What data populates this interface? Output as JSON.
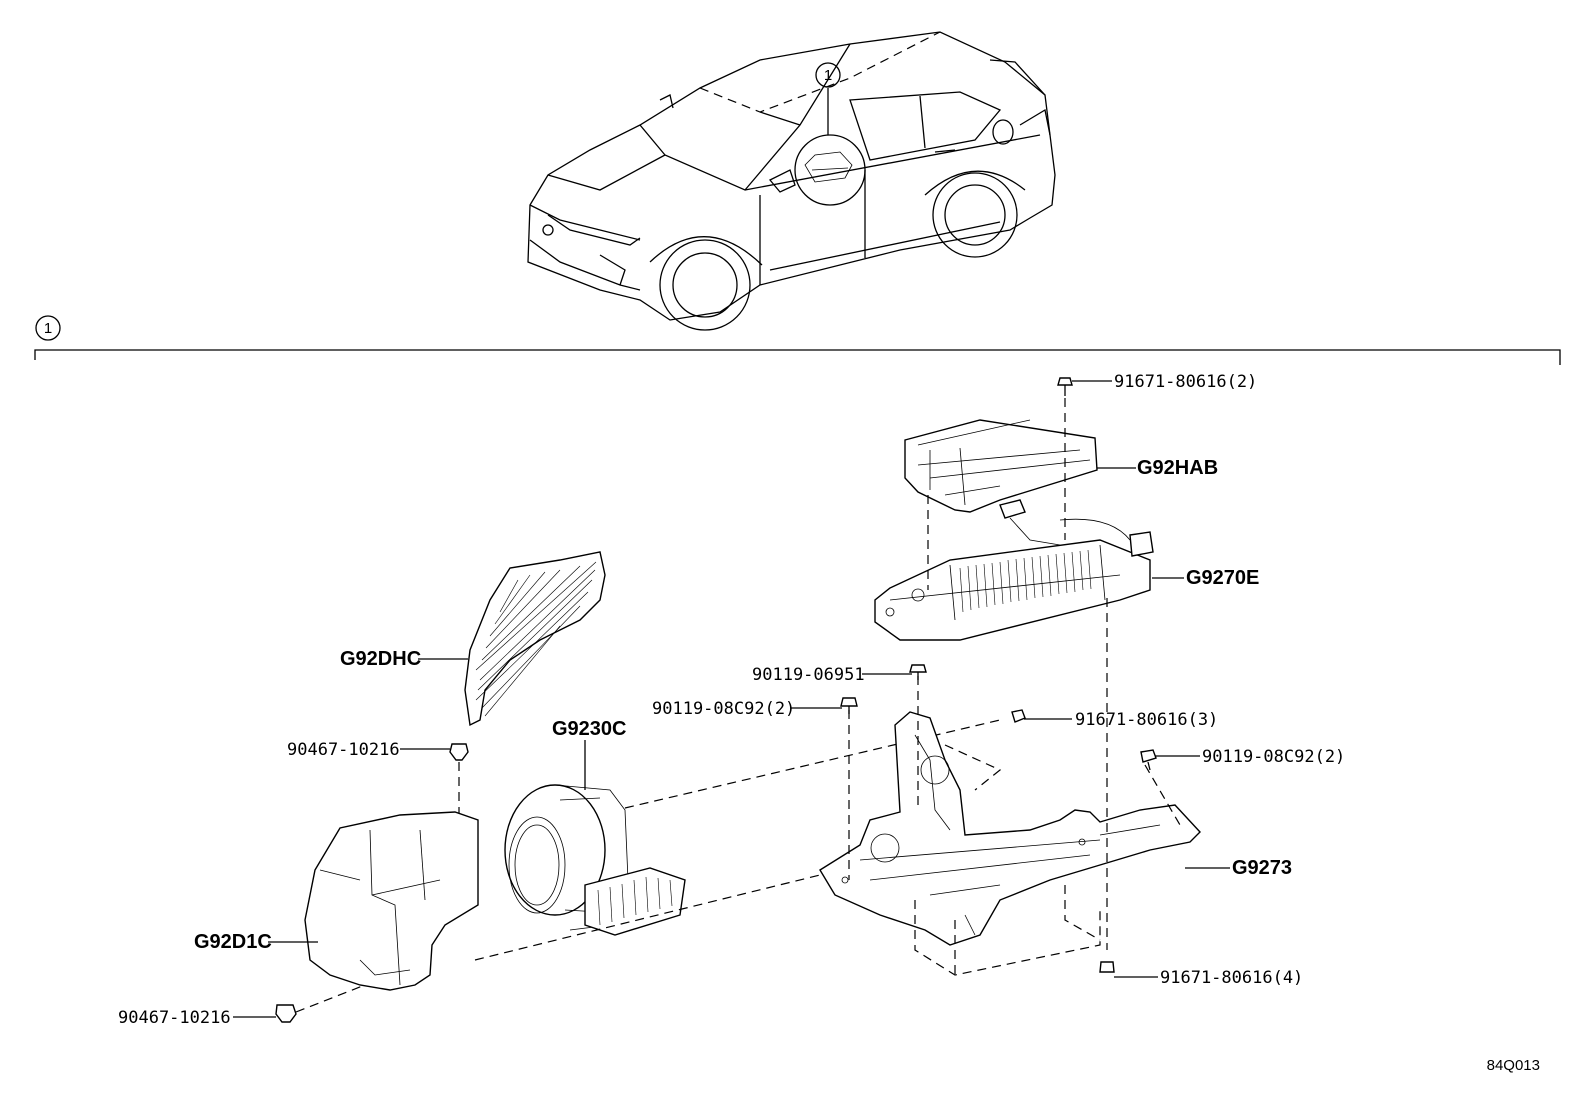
{
  "diagram": {
    "callout_number": "1",
    "section_marker": "1",
    "reference_code": "84Q013",
    "parts": [
      {
        "id": "bolt-top",
        "label": "91671-80616(2)"
      },
      {
        "id": "bracket-cover",
        "label": "G92HAB"
      },
      {
        "id": "inverter",
        "label": "G9270E"
      },
      {
        "id": "duct-upper",
        "label": "G92DHC"
      },
      {
        "id": "screw-center",
        "label": "90119-06951"
      },
      {
        "id": "screw-left",
        "label": "90119-08C92(2)"
      },
      {
        "id": "bolt-mid",
        "label": "91671-80616(3)"
      },
      {
        "id": "screw-right",
        "label": "90119-08C92(2)"
      },
      {
        "id": "clip-upper",
        "label": "90467-10216"
      },
      {
        "id": "blower",
        "label": "G9230C"
      },
      {
        "id": "tray",
        "label": "G9273"
      },
      {
        "id": "duct-lower",
        "label": "G92D1C"
      },
      {
        "id": "bolt-bottom",
        "label": "91671-80616(4)"
      },
      {
        "id": "clip-lower",
        "label": "90467-10216"
      }
    ]
  }
}
